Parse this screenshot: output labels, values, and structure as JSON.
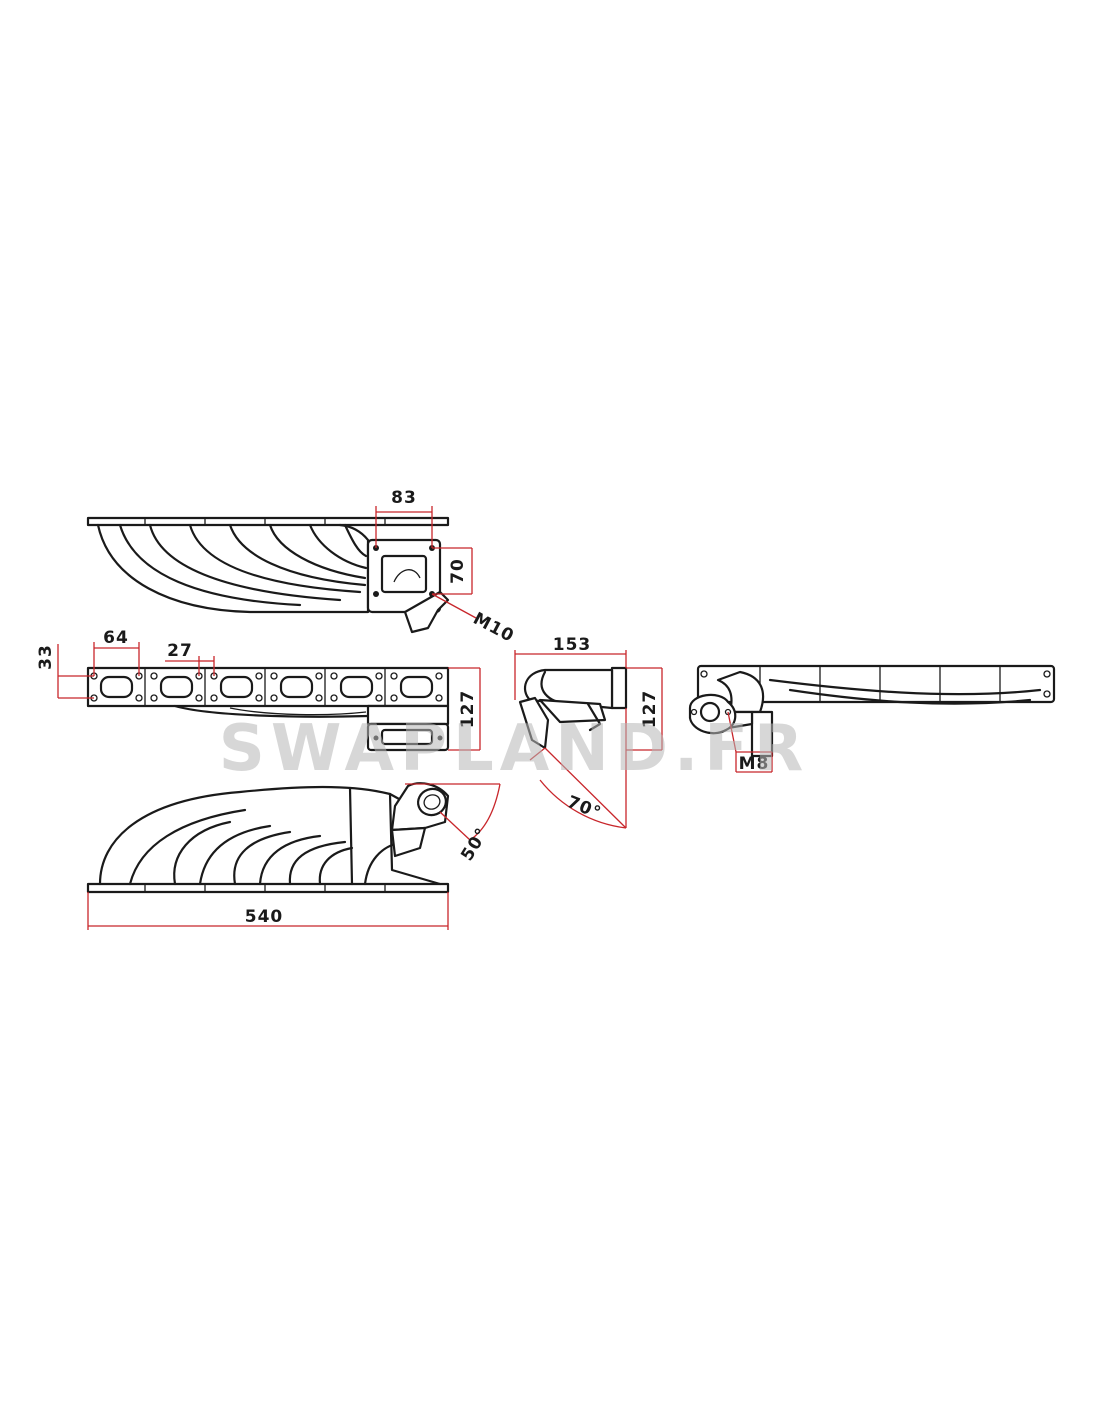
{
  "watermark": "SWAPLAND.FR",
  "colors": {
    "line": "#1a1a1a",
    "dimension": "#c8262b",
    "watermark": "#b8b8b8"
  },
  "dimensions": {
    "flange_width": "83",
    "flange_height": "70",
    "flange_bolt": "M10",
    "port_height": "33",
    "port_width": "64",
    "port_spacing": "27",
    "depth_front": "127",
    "depth_side": "153",
    "height_side": "127",
    "angle_side": "70°",
    "wastegate_bolt": "M8",
    "outlet_angle": "50°",
    "overall_length": "540"
  }
}
